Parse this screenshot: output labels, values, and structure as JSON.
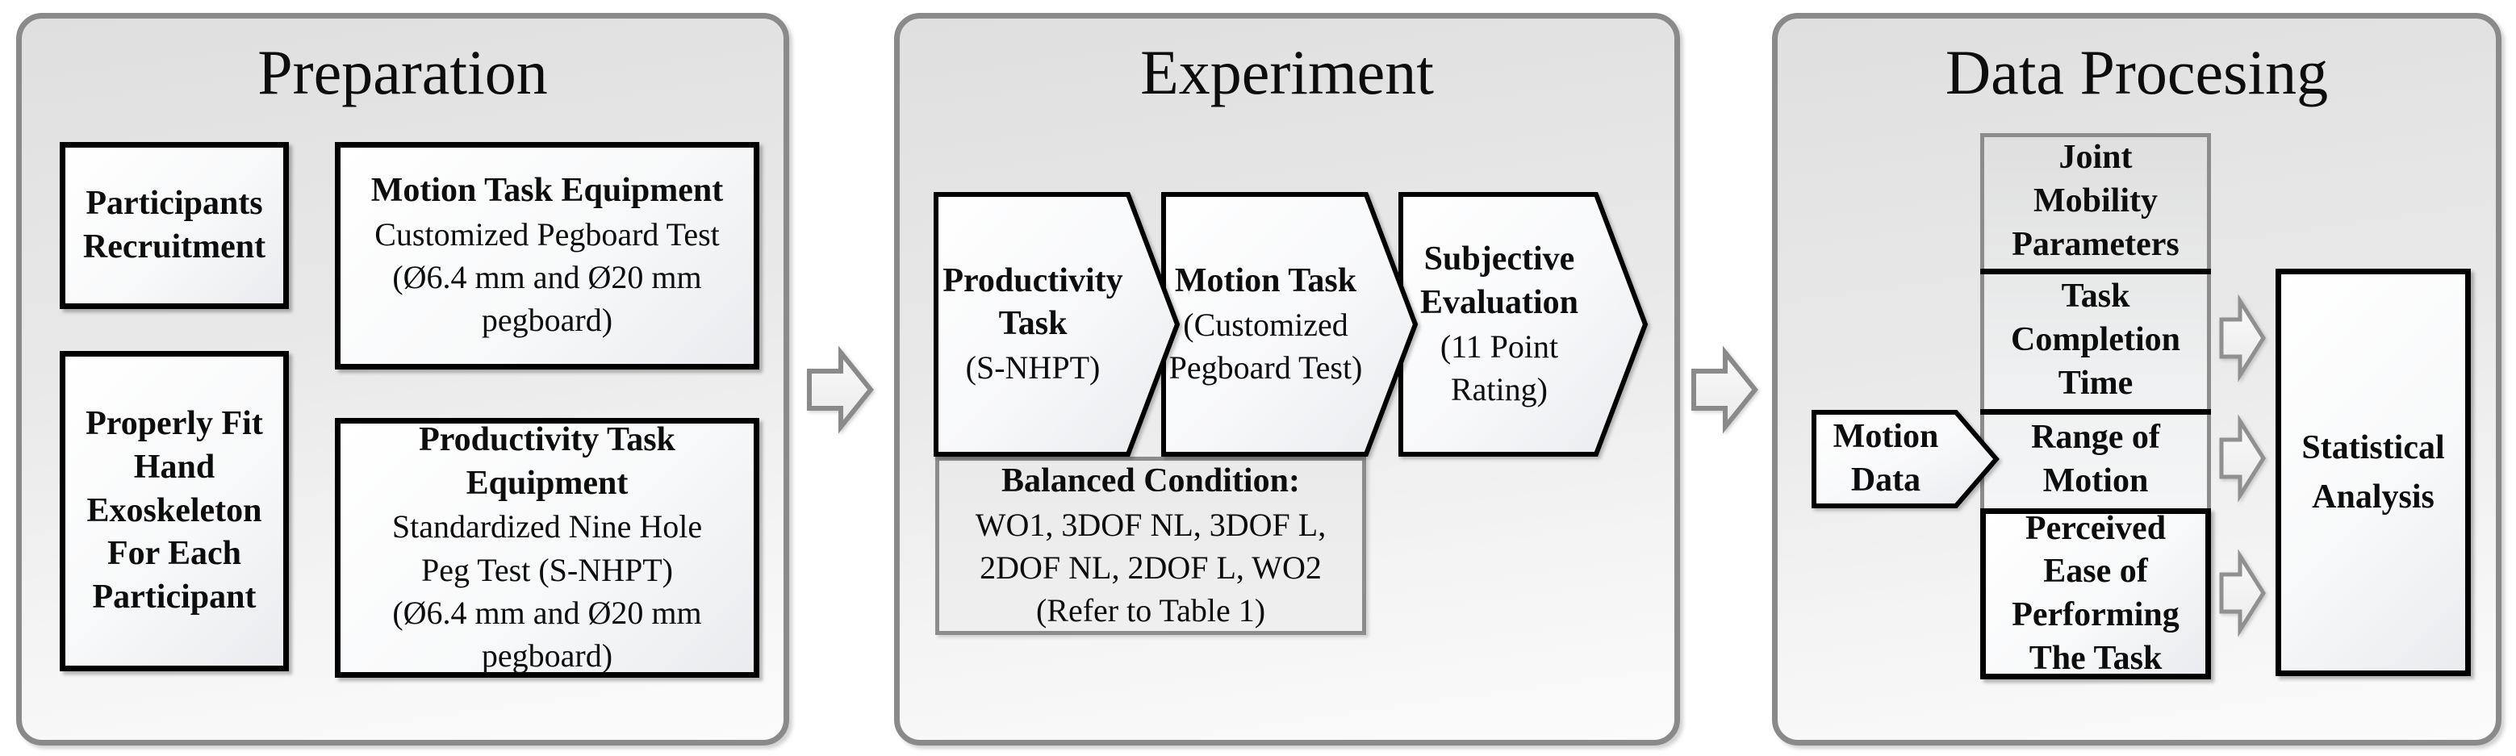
{
  "diagram_title": "Experiment workflow: Preparation, Experiment, Data Procesing",
  "colors": {
    "panel_border": "#8a8a8a",
    "panel_fill_top": "#dfdfdf",
    "panel_fill_bottom": "#fbfbfb",
    "box_border": "#000000",
    "gray_box_border": "#8c8c8c",
    "arrow_outline": "#8a8a8a",
    "text": "#0d0d0d"
  },
  "panels": {
    "preparation": {
      "title": "Preparation",
      "participants_box": "Participants\nRecruitment",
      "exoskeleton_box": "Properly Fit\nHand\nExoskeleton\nFor Each\nParticipant",
      "motion_equipment": {
        "heading": "Motion Task Equipment",
        "body": "Customized Pegboard Test\n(Ø6.4 mm and Ø20 mm\npegboard)"
      },
      "productivity_equipment": {
        "heading": "Productivity Task\nEquipment",
        "body": "Standardized Nine Hole\nPeg Test (S-NHPT)\n(Ø6.4 mm and Ø20 mm\npegboard)"
      }
    },
    "experiment": {
      "title": "Experiment",
      "steps": [
        {
          "heading": "Productivity\nTask",
          "sub": "(S-NHPT)"
        },
        {
          "heading": "Motion Task",
          "sub": "(Customized\nPegboard Test)"
        },
        {
          "heading": "Subjective\nEvaluation",
          "sub": "(11 Point\nRating)"
        }
      ],
      "balanced_condition": {
        "heading": "Balanced Condition:",
        "body": "WO1, 3DOF NL, 3DOF L,\n2DOF NL, 2DOF L, WO2\n(Refer to Table 1)"
      }
    },
    "data_processing": {
      "title": "Data Procesing",
      "joint_mobility": "Joint\nMobility\nParameters",
      "task_completion": "Task\nCompletion\nTime",
      "range_of_motion": "Range of\nMotion",
      "perceived_ease": "Perceived\nEase of\nPerforming\nThe Task",
      "motion_data": "Motion\nData",
      "statistical_analysis": "Statistical\nAnalysis"
    }
  }
}
